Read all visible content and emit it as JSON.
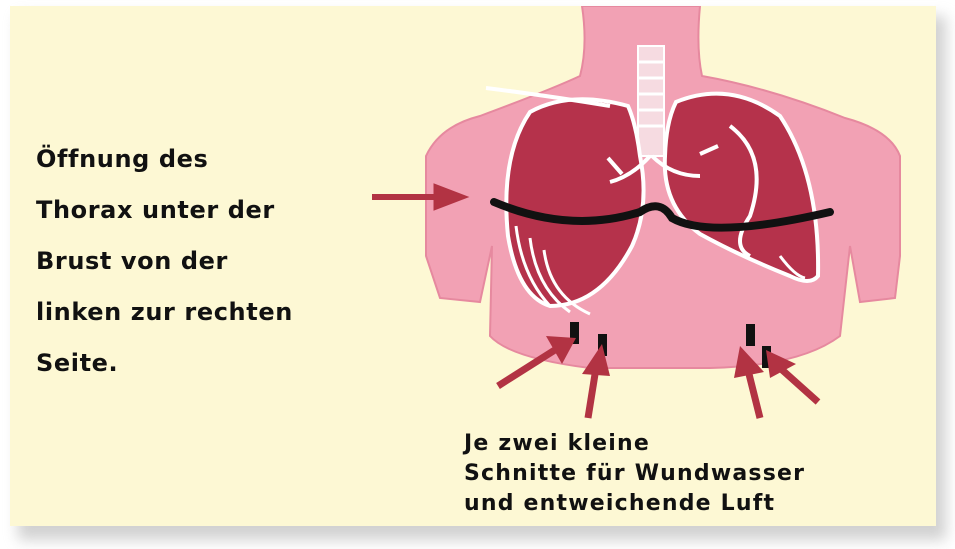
{
  "caption_left": {
    "lines": [
      "Öffnung des",
      "Thorax unter der",
      "Brust von der",
      "linken zur rechten",
      "Seite."
    ]
  },
  "caption_bottom": {
    "lines": [
      "Je zwei kleine",
      "Schnitte für Wundwasser",
      "und entweichende Luft"
    ]
  },
  "colors": {
    "background": "#fdf8d4",
    "skin": "#f2a1b4",
    "lung": "#b5324b",
    "arrow": "#b23343",
    "incision": "#111111"
  }
}
